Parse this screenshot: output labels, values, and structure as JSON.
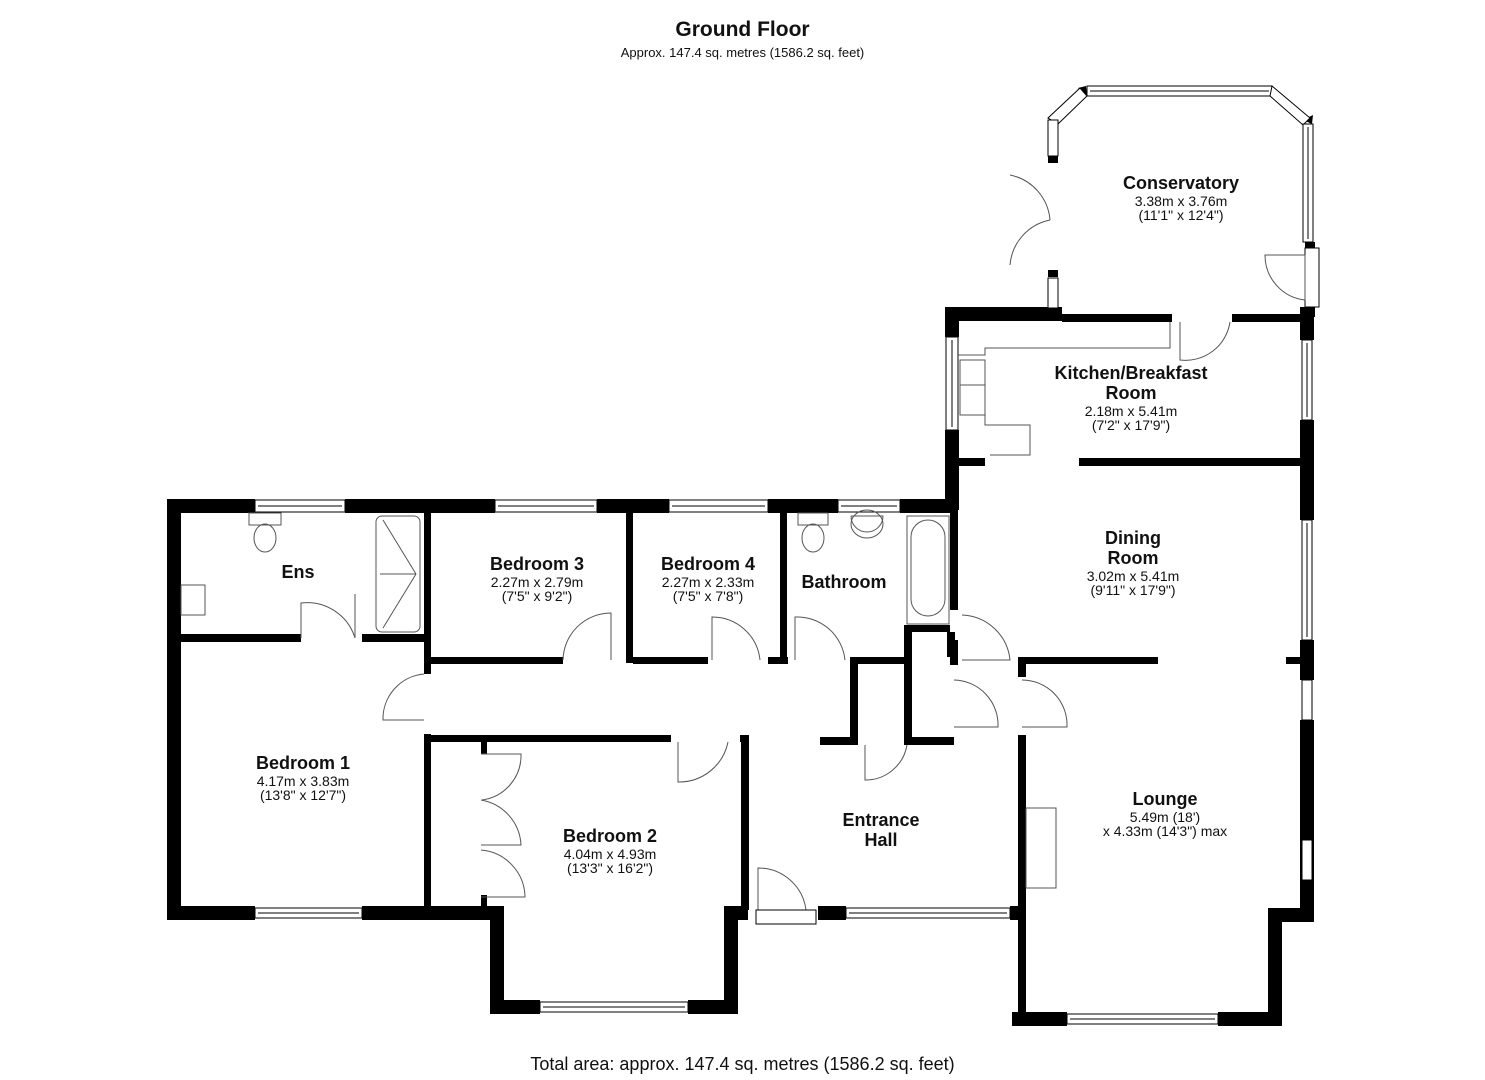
{
  "header": {
    "title": "Ground Floor",
    "subtitle": "Approx. 147.4 sq. metres (1586.2 sq. feet)"
  },
  "footer": {
    "total": "Total area: approx. 147.4 sq. metres (1586.2 sq. feet)"
  },
  "rooms": {
    "conservatory": {
      "name": "Conservatory",
      "metric": "3.38m x 3.76m",
      "imperial": "(11'1\" x 12'4\")"
    },
    "kitchen": {
      "name_line1": "Kitchen/Breakfast",
      "name_line2": "Room",
      "metric": "2.18m x 5.41m",
      "imperial": "(7'2\" x 17'9\")"
    },
    "dining": {
      "name_line1": "Dining",
      "name_line2": "Room",
      "metric": "3.02m x 5.41m",
      "imperial": "(9'11\" x 17'9\")"
    },
    "ensuite": {
      "name": "Ens"
    },
    "bedroom3": {
      "name": "Bedroom 3",
      "metric": "2.27m x 2.79m",
      "imperial": "(7'5\" x 9'2\")"
    },
    "bedroom4": {
      "name": "Bedroom 4",
      "metric": "2.27m x 2.33m",
      "imperial": "(7'5\" x 7'8\")"
    },
    "bathroom": {
      "name": "Bathroom"
    },
    "bedroom1": {
      "name": "Bedroom 1",
      "metric": "4.17m x 3.83m",
      "imperial": "(13'8\" x 12'7\")"
    },
    "bedroom2": {
      "name": "Bedroom 2",
      "metric": "4.04m x 4.93m",
      "imperial": "(13'3\" x 16'2\")"
    },
    "entrance": {
      "name_line1": "Entrance",
      "name_line2": "Hall"
    },
    "lounge": {
      "name": "Lounge",
      "metric": "5.49m (18')",
      "imperial": "x 4.33m (14'3\") max"
    }
  },
  "colors": {
    "wall": "#000000",
    "fixture": "#555555",
    "background": "#ffffff"
  }
}
